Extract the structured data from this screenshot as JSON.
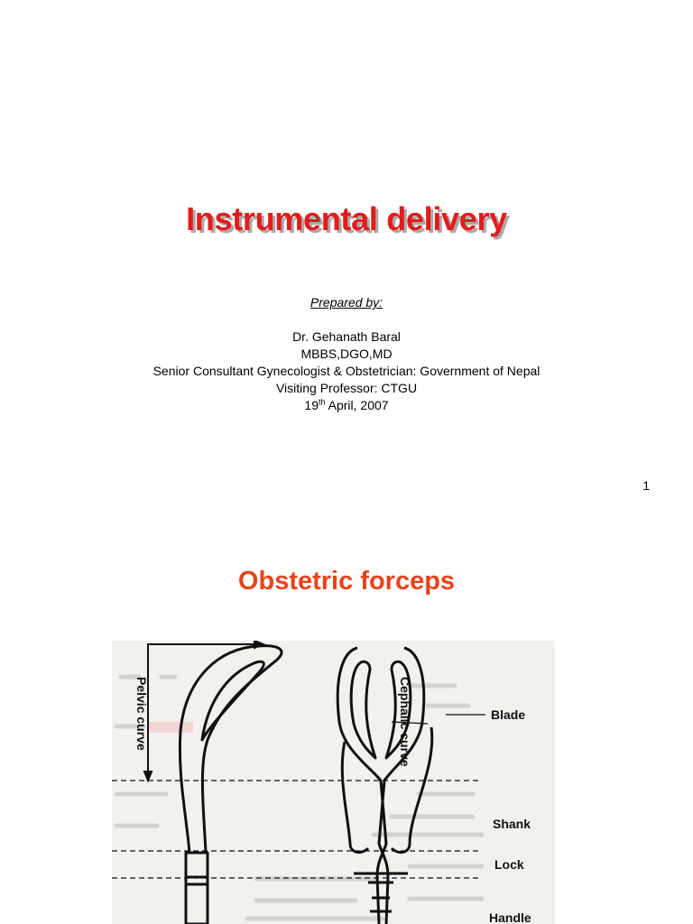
{
  "slide1": {
    "title": "Instrumental delivery",
    "prepared_by": "Prepared by:",
    "author": "Dr. Gehanath Baral",
    "degrees": "MBBS,DGO,MD",
    "position": "Senior Consultant Gynecologist & Obstetrician: Government of Nepal",
    "affiliation": "Visiting Professor: CTGU",
    "date_day": "19",
    "date_suffix": "th",
    "date_rest": " April, 2007",
    "page_number": "1"
  },
  "slide2": {
    "title": "Obstetric forceps",
    "figure": {
      "labels": {
        "pelvic_curve": "Pelvic curve",
        "cephalic_curve": "Cephalic curve",
        "blade": "Blade",
        "shank": "Shank",
        "lock": "Lock",
        "handle": "Handle"
      }
    }
  },
  "colors": {
    "title1": "#e51b1b",
    "title2": "#e8431a",
    "figure_background": "#f2f1ee"
  }
}
